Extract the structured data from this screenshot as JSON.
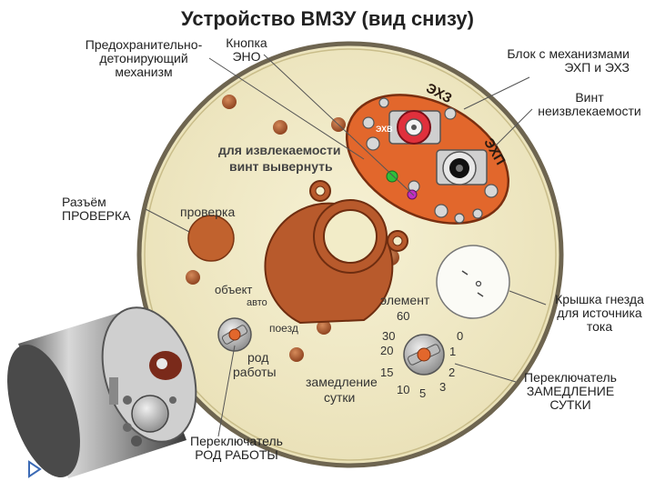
{
  "title": "Устройство ВМЗУ (вид снизу)",
  "callouts": {
    "safety_mechanism": "Предохранительно-\nдетонирующий\nмеханизм",
    "eno_button": "Кнопка\nЭНО",
    "mech_block": "Блок с механизмами\nЭХП и ЭХЗ",
    "screw": "Винт\nнеизвлекаемости",
    "test_socket": "Разъём\nПРОВЕРКА",
    "battery_cover": "Крышка гнезда\nдля источника\nтока",
    "delay_switch": "Переключатель\nЗАМЕДЛЕНИЕ\nСУТКИ",
    "mode_switch": "Переключатель\nРОД РАБОТЫ"
  },
  "device": {
    "ekhz": "ЭХЗ",
    "ekhp": "ЭХП",
    "ekhv": "ЭХВ",
    "extract_line1": "для извлекаемости",
    "extract_line2": "винт  вывернуть",
    "check": "проверка",
    "object": "объект",
    "auto": "авто",
    "train": "поезд",
    "mode_line1": "род",
    "mode_line2": "работы",
    "element": "элемент",
    "delay_line1": "замедление",
    "delay_line2": "сутки",
    "dial_numbers": [
      "60",
      "30",
      "20",
      "15",
      "10",
      "5",
      "3",
      "2",
      "1",
      "0"
    ]
  },
  "colors": {
    "plate": "#f2ecc8",
    "rim": "#6e6550",
    "orange": "#e2672c",
    "brown": "#b85a2c",
    "screw": "#a0522d"
  }
}
